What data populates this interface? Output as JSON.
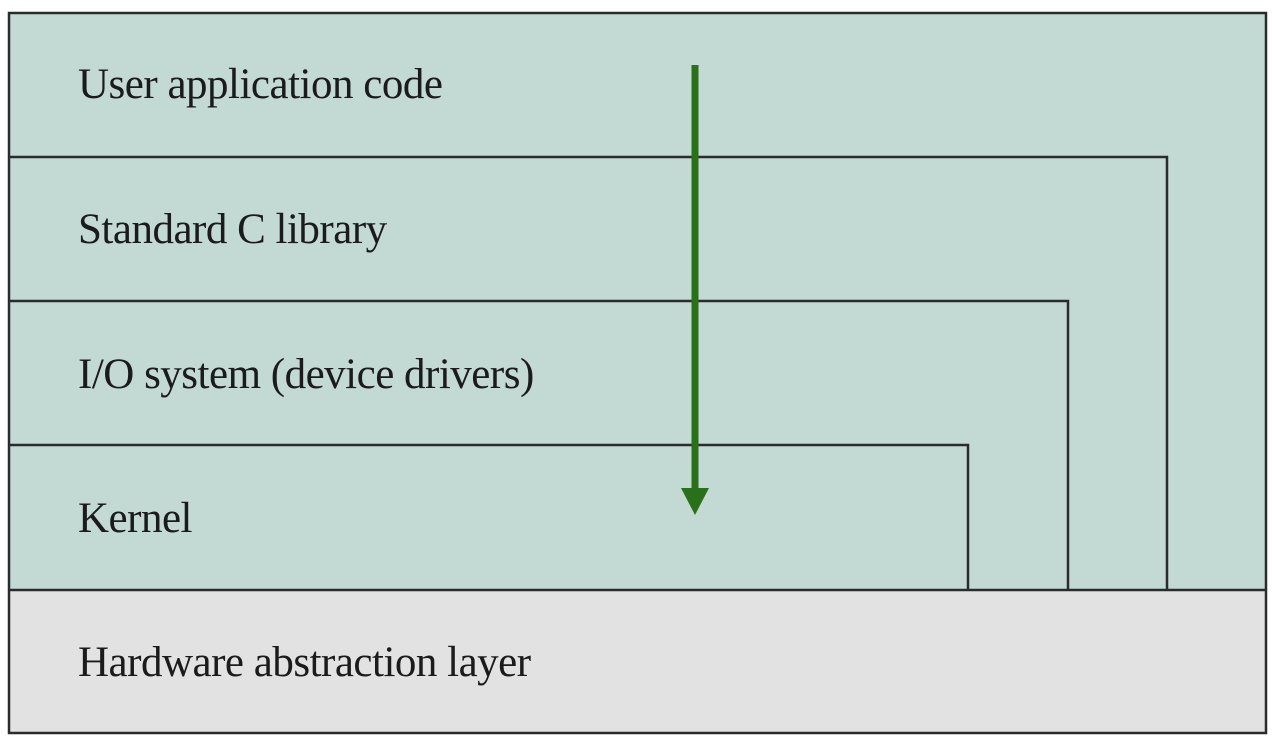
{
  "diagram": {
    "colors": {
      "software_fill": "#c2d9d4",
      "hardware_fill": "#e2e2e2",
      "border": "#2b2b2b",
      "arrow": "#2a701b",
      "text": "#1b1b1b"
    },
    "layers": [
      {
        "id": "user-application-code",
        "label": "User application code"
      },
      {
        "id": "standard-c-library",
        "label": "Standard C library"
      },
      {
        "id": "io-system",
        "label": "I/O system (device drivers)"
      },
      {
        "id": "kernel",
        "label": "Kernel"
      },
      {
        "id": "hardware-abstraction-layer",
        "label": "Hardware abstraction layer"
      }
    ],
    "arrow": {
      "direction": "down",
      "icon": "arrow-down-icon"
    }
  }
}
